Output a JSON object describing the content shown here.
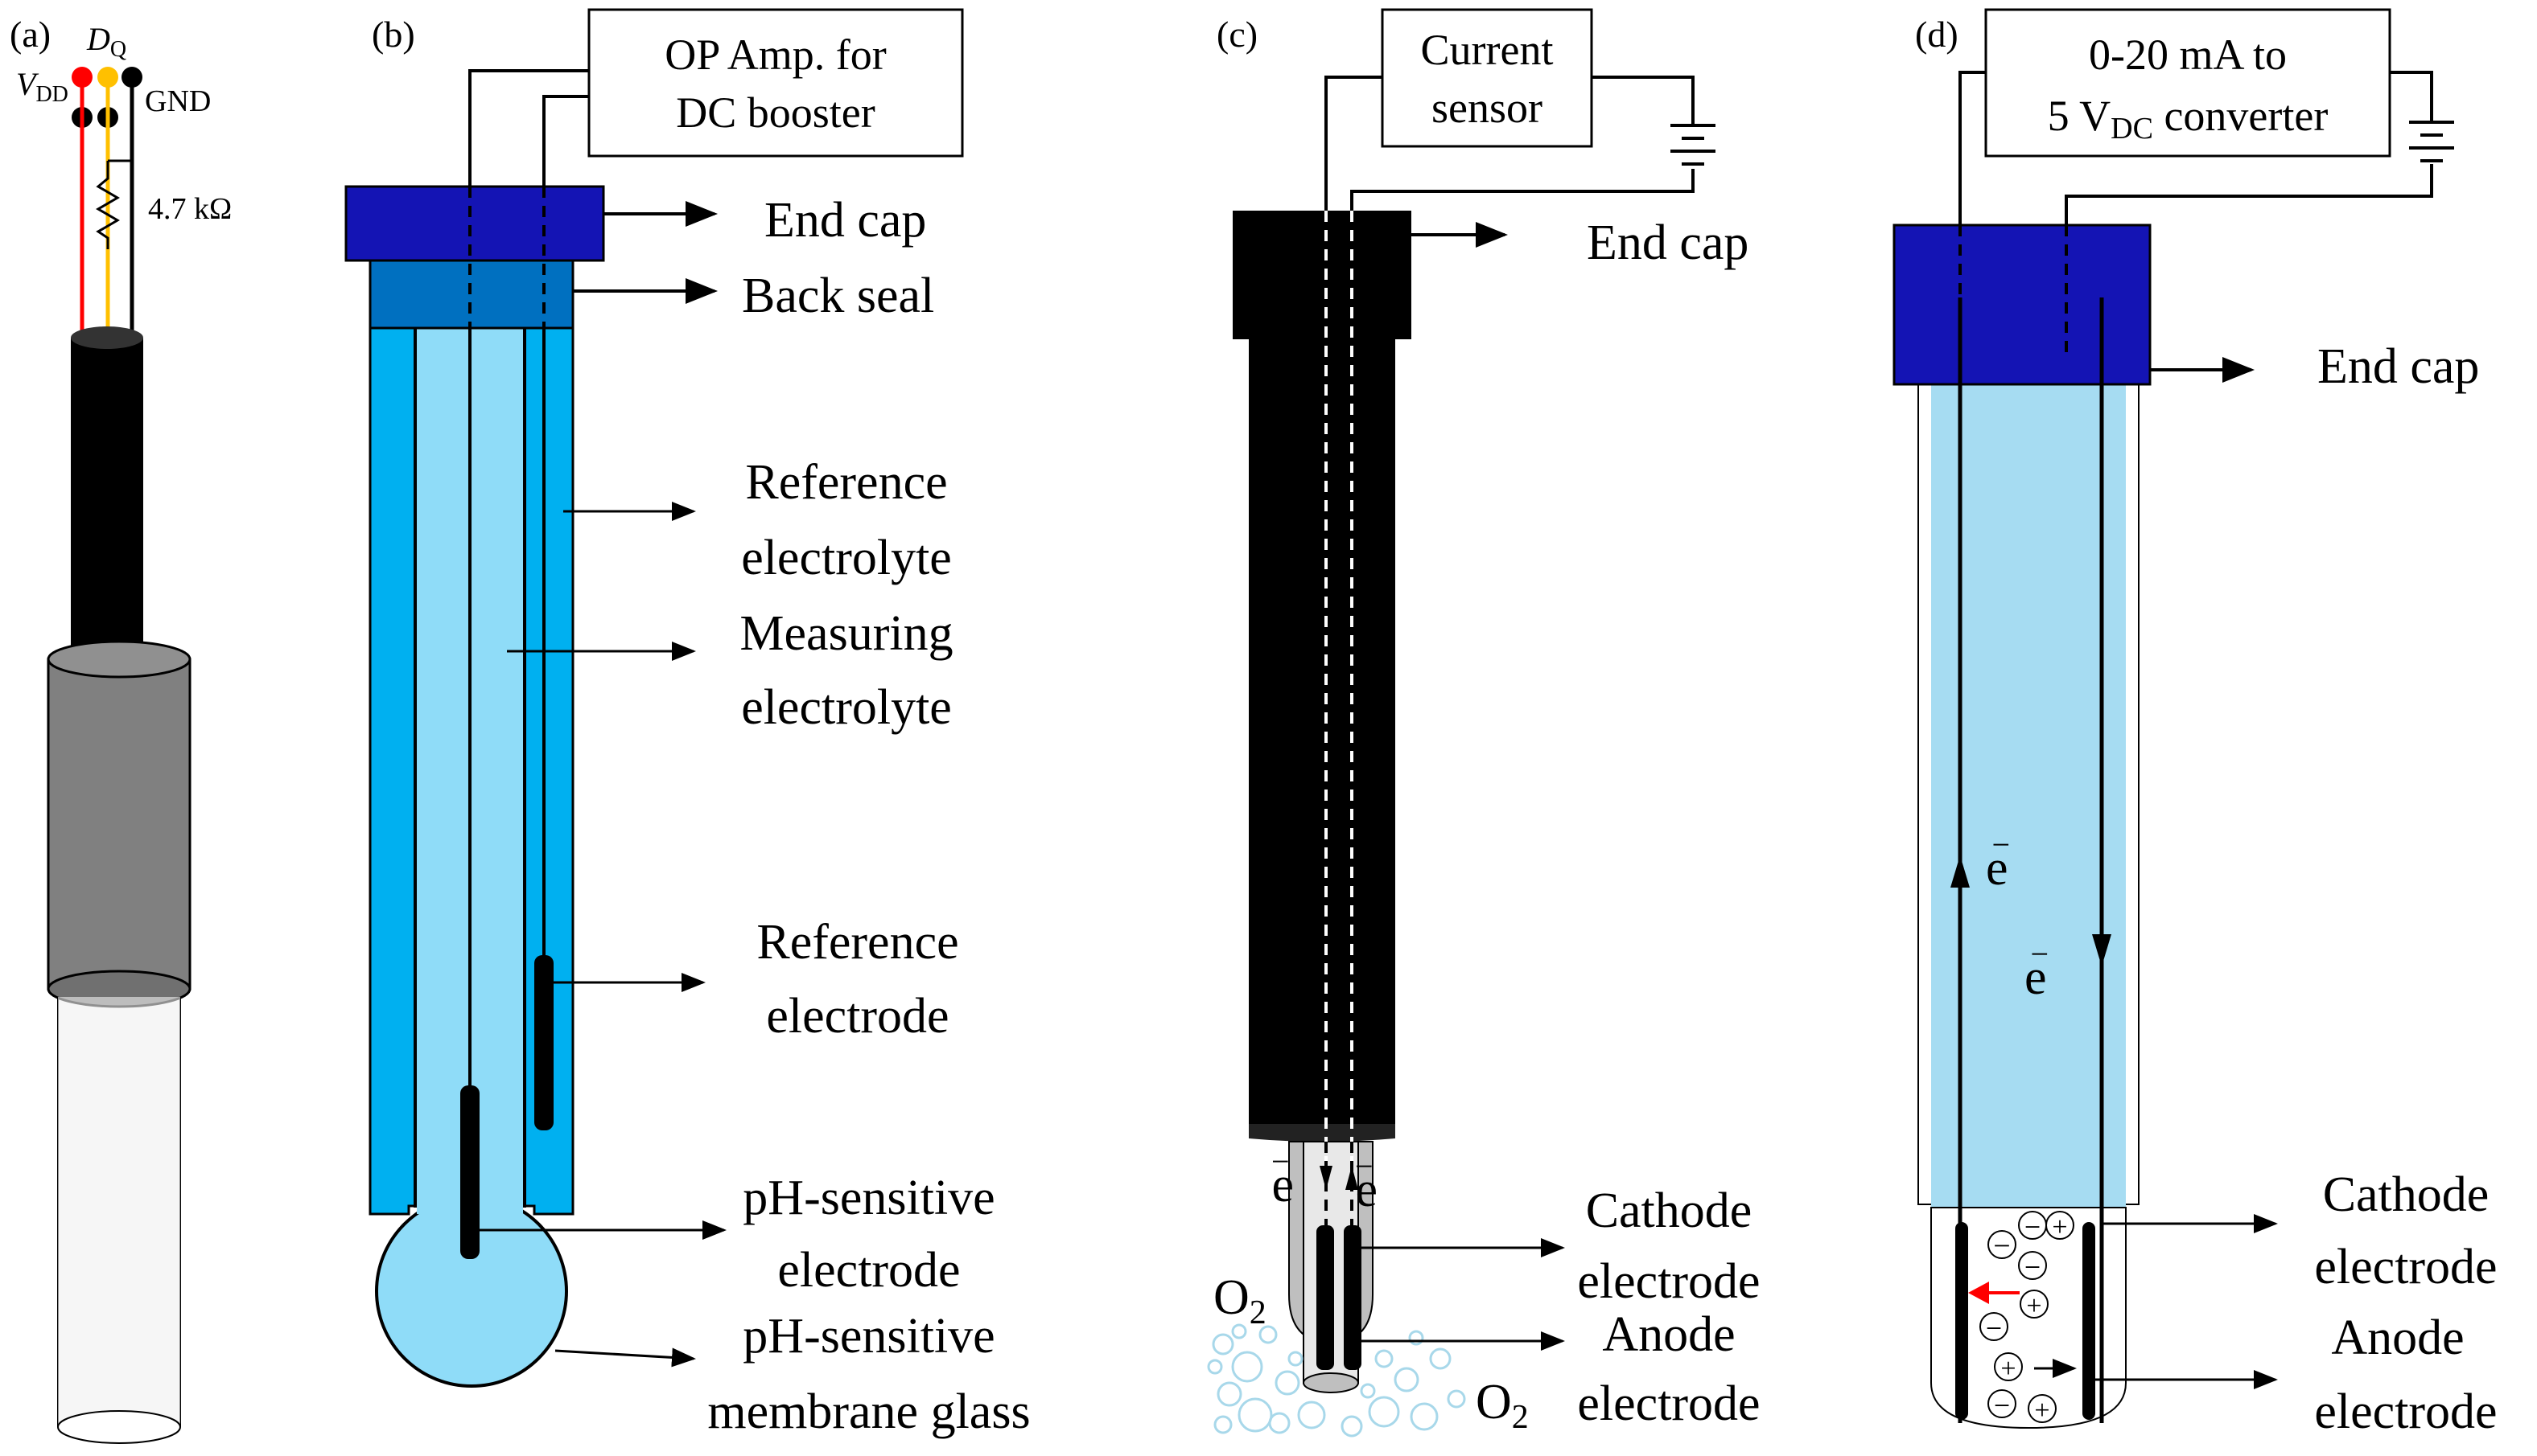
{
  "panels": {
    "a": {
      "tag": "(a)",
      "vdd_main": "V",
      "vdd_sub": "DD",
      "dq_main": "D",
      "dq_sub": "Q",
      "gnd": "GND",
      "resistor": "4.7 kΩ"
    },
    "b": {
      "tag": "(b)",
      "box_line1": "OP Amp. for",
      "box_line2": "DC booster",
      "labels": {
        "end_cap": "End cap",
        "back_seal": "Back seal",
        "ref_electrolyte_1": "Reference",
        "ref_electrolyte_2": "electrolyte",
        "meas_electrolyte_1": "Measuring",
        "meas_electrolyte_2": "electrolyte",
        "ref_electrode_1": "Reference",
        "ref_electrode_2": "electrode",
        "ph_electrode_1": "pH-sensitive",
        "ph_electrode_2": "electrode",
        "ph_glass_1": "pH-sensitive",
        "ph_glass_2": "membrane glass"
      }
    },
    "c": {
      "tag": "(c)",
      "box_line1": "Current",
      "box_line2": "sensor",
      "end_cap": "End cap",
      "electron": "e",
      "electron_sup": "−",
      "o2_main": "O",
      "o2_sub": "2",
      "cathode_1": "Cathode",
      "cathode_2": "electrode",
      "anode_1": "Anode",
      "anode_2": "electrode"
    },
    "d": {
      "tag": "(d)",
      "box_line1": "0-20 mA to",
      "box_line2_pre": "5 V",
      "box_line2_sub": "DC",
      "box_line2_post": " converter",
      "end_cap": "End cap",
      "electron": "e",
      "electron_sup": "−",
      "plus": "+",
      "minus": "−",
      "cathode_1": "Cathode",
      "cathode_2": "electrode",
      "anode_1": "Anode",
      "anode_2": "electrode"
    }
  },
  "colors": {
    "end_cap_blue": "#1414b4",
    "back_seal_blue": "#0070c0",
    "outer_tube_blue": "#00b0f0",
    "inner_blue": "#8fdcf8",
    "probe_d_fill": "#a6dcf2",
    "vdd_red": "#ff0000",
    "dq_orange": "#ffc000",
    "cable_black": "#000000",
    "sleeve_gray": "#808080",
    "probe_c_tip_gray": "#bfbfbf",
    "bubble_blue": "#a8d8ea",
    "arrow_red": "#ff0000"
  }
}
